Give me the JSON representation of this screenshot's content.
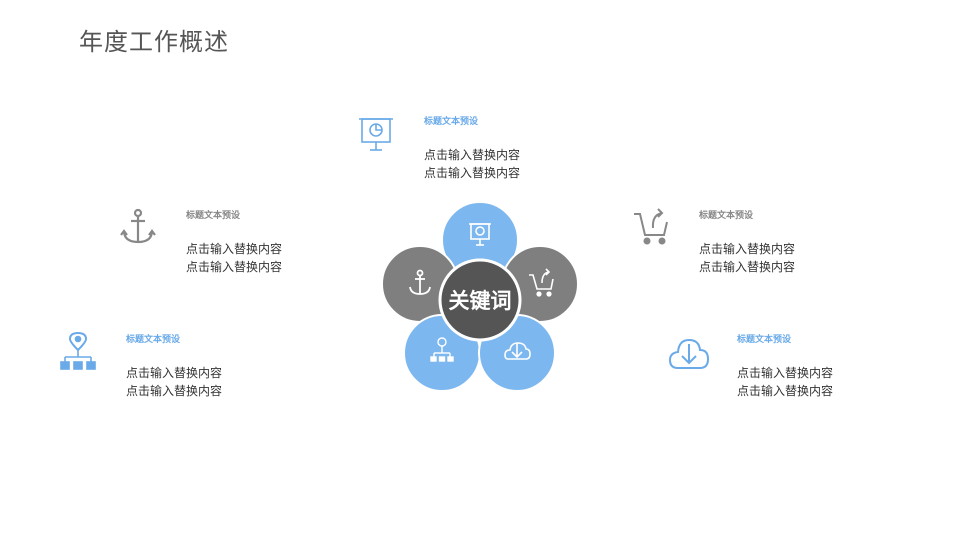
{
  "title": "年度工作概述",
  "center_keyword": "关键词",
  "colors": {
    "blue": "#7cb8ef",
    "gray": "#7f7f7f",
    "dark": "#555555",
    "icon_blue": "#6aaae8",
    "icon_gray": "#888888"
  },
  "items": [
    {
      "id": "presentation",
      "icon": "presentation-board-icon",
      "heading": "标题文本预设",
      "line1": "点击输入替换内容",
      "line2": "点击输入替换内容"
    },
    {
      "id": "anchor",
      "icon": "anchor-icon",
      "heading": "标题文本预设",
      "line1": "点击输入替换内容",
      "line2": "点击输入替换内容"
    },
    {
      "id": "cart",
      "icon": "cart-return-icon",
      "heading": "标题文本预设",
      "line1": "点击输入替换内容",
      "line2": "点击输入替换内容"
    },
    {
      "id": "org",
      "icon": "location-org-icon",
      "heading": "标题文本预设",
      "line1": "点击输入替换内容",
      "line2": "点击输入替换内容"
    },
    {
      "id": "download",
      "icon": "cloud-download-icon",
      "heading": "标题文本预设",
      "line1": "点击输入替换内容",
      "line2": "点击输入替换内容"
    }
  ]
}
